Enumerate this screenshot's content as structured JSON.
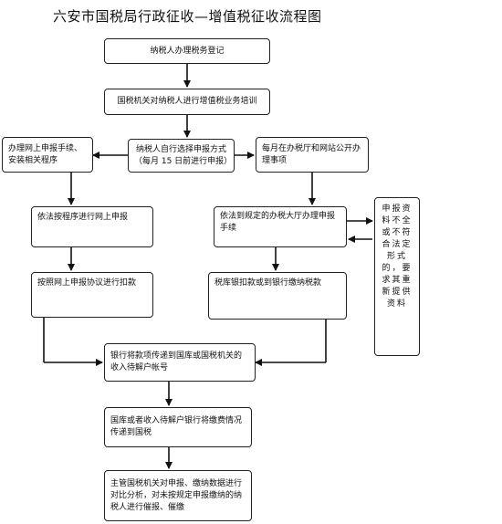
{
  "title": "六安市国税局行政征收—增值税征收流程图",
  "steps": {
    "register": "纳税人办理税务登记",
    "training": "国税机关对纳税人进行增值税业务培训",
    "choose_line1": "纳税人自行选择申报方式",
    "choose_line2": "（每月 15 日前进行申报）",
    "online_setup": "办理网上申报手续、安装相关程序",
    "hall_monthly": "每月在办税厅和网站公开办理事项",
    "online_declare": "依法按程序进行网上申报",
    "hall_declare": "依法到规定的办税大厅办理申报手续",
    "reject_note": "申报资料不全或不符合法定形式的，要求其重新提供资料",
    "online_deduct": "按照网上申报协议进行扣款",
    "bank_pay": "税库银扣款或到银行缴纳税款",
    "bank_transfer": "银行将款项传递到国库或国税机关的收入待解户帐号",
    "treasury": "国库或者收入待解户银行将缴费情况传递到国税",
    "compare": "主管国税机关对申报、缴纳数据进行对比分析，对未按规定申报缴纳的纳税人进行催报、催缴"
  }
}
